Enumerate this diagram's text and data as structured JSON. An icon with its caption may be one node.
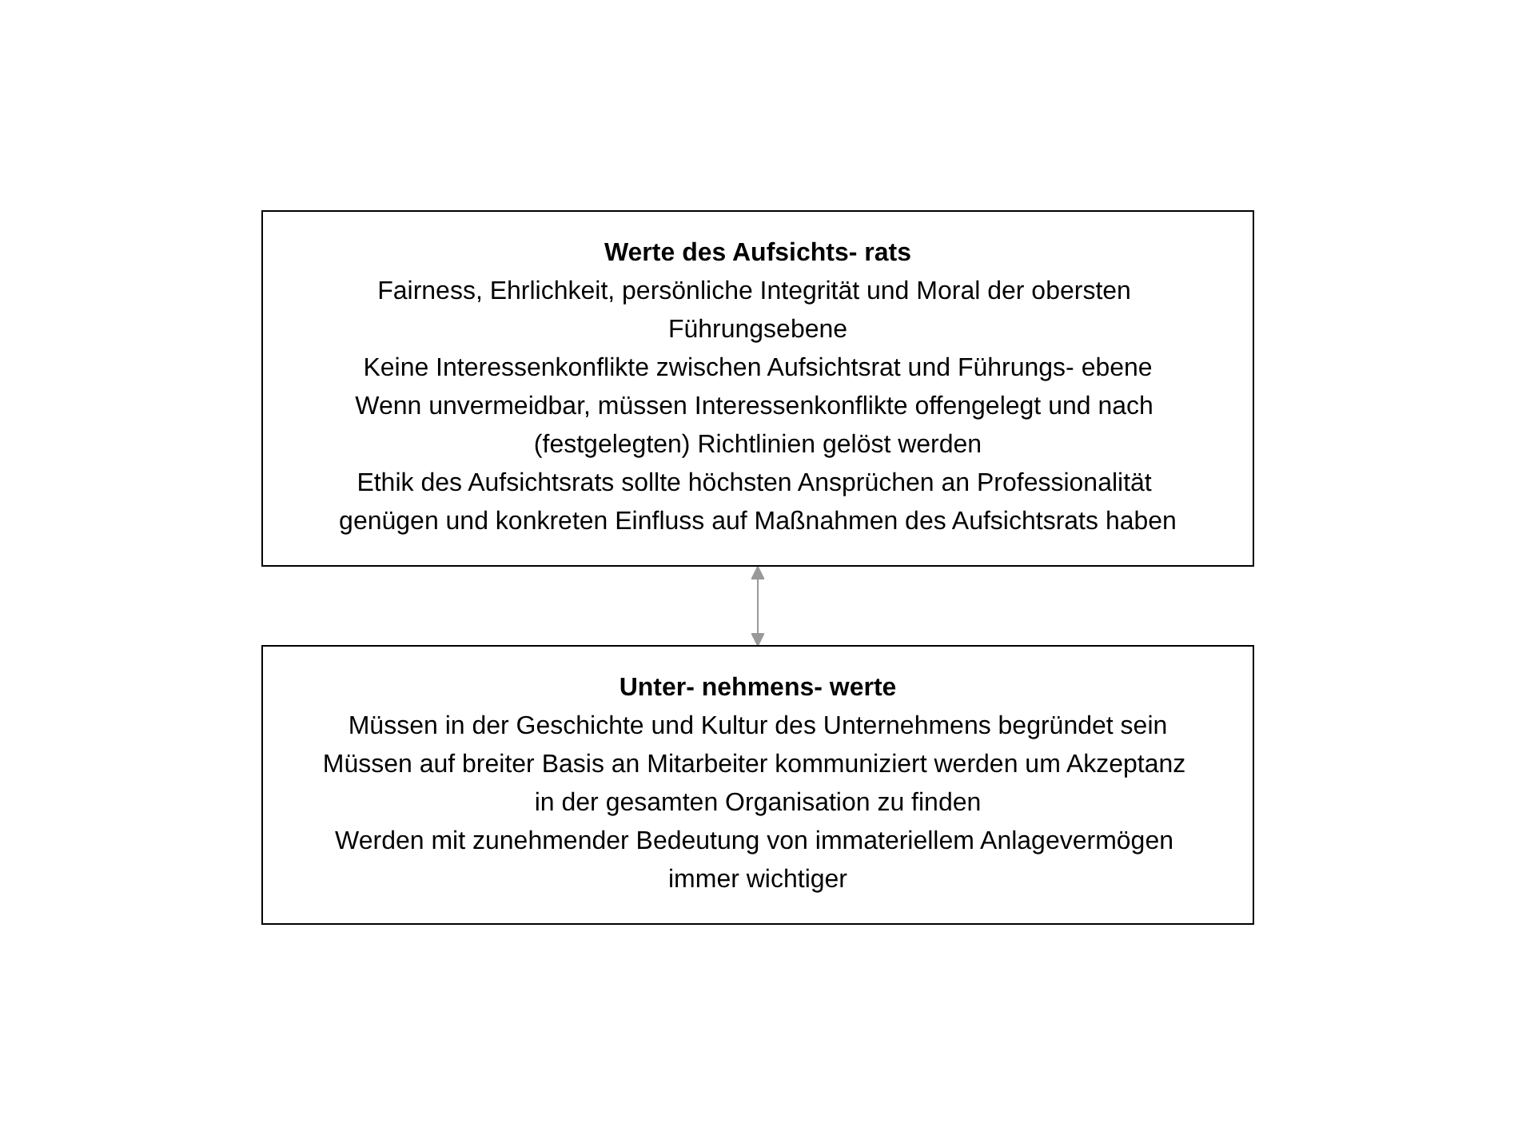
{
  "diagram": {
    "nodes": [
      {
        "text": [
          "Werte des Aufsichts- rats",
          "Fairness, Ehrlichkeit, persönliche Integrität und Moral der obersten Führungsebene",
          "Keine Interessenkonflikte zwischen Aufsichtsrat und Führungs- ebene",
          "Wenn unvermeidbar, müssen Interessenkonflikte offengelegt und nach (festgelegten) Richtlinien gelöst werden",
          "Ethik des Aufsichtsrats sollte höchsten Ansprüchen an Professionalität genügen und konkreten Einfluss auf Maßnahmen des Aufsichtsrats haben"
        ]
      },
      {
        "text": [
          "Unter- nehmens- werte",
          "Müssen in der Geschichte und Kultur des Unternehmens begründet sein",
          "Müssen auf breiter Basis an Mitarbeiter kommuniziert werden um Akzeptanz in der gesamten Organisation zu finden",
          "Werden mit zunehmender Bedeutung von immateriellem Anlagevermögen immer wichtiger"
        ]
      }
    ],
    "edges": [
      {
        "from": 0,
        "to": 1,
        "arrow": "both",
        "color": "#999999"
      }
    ]
  }
}
